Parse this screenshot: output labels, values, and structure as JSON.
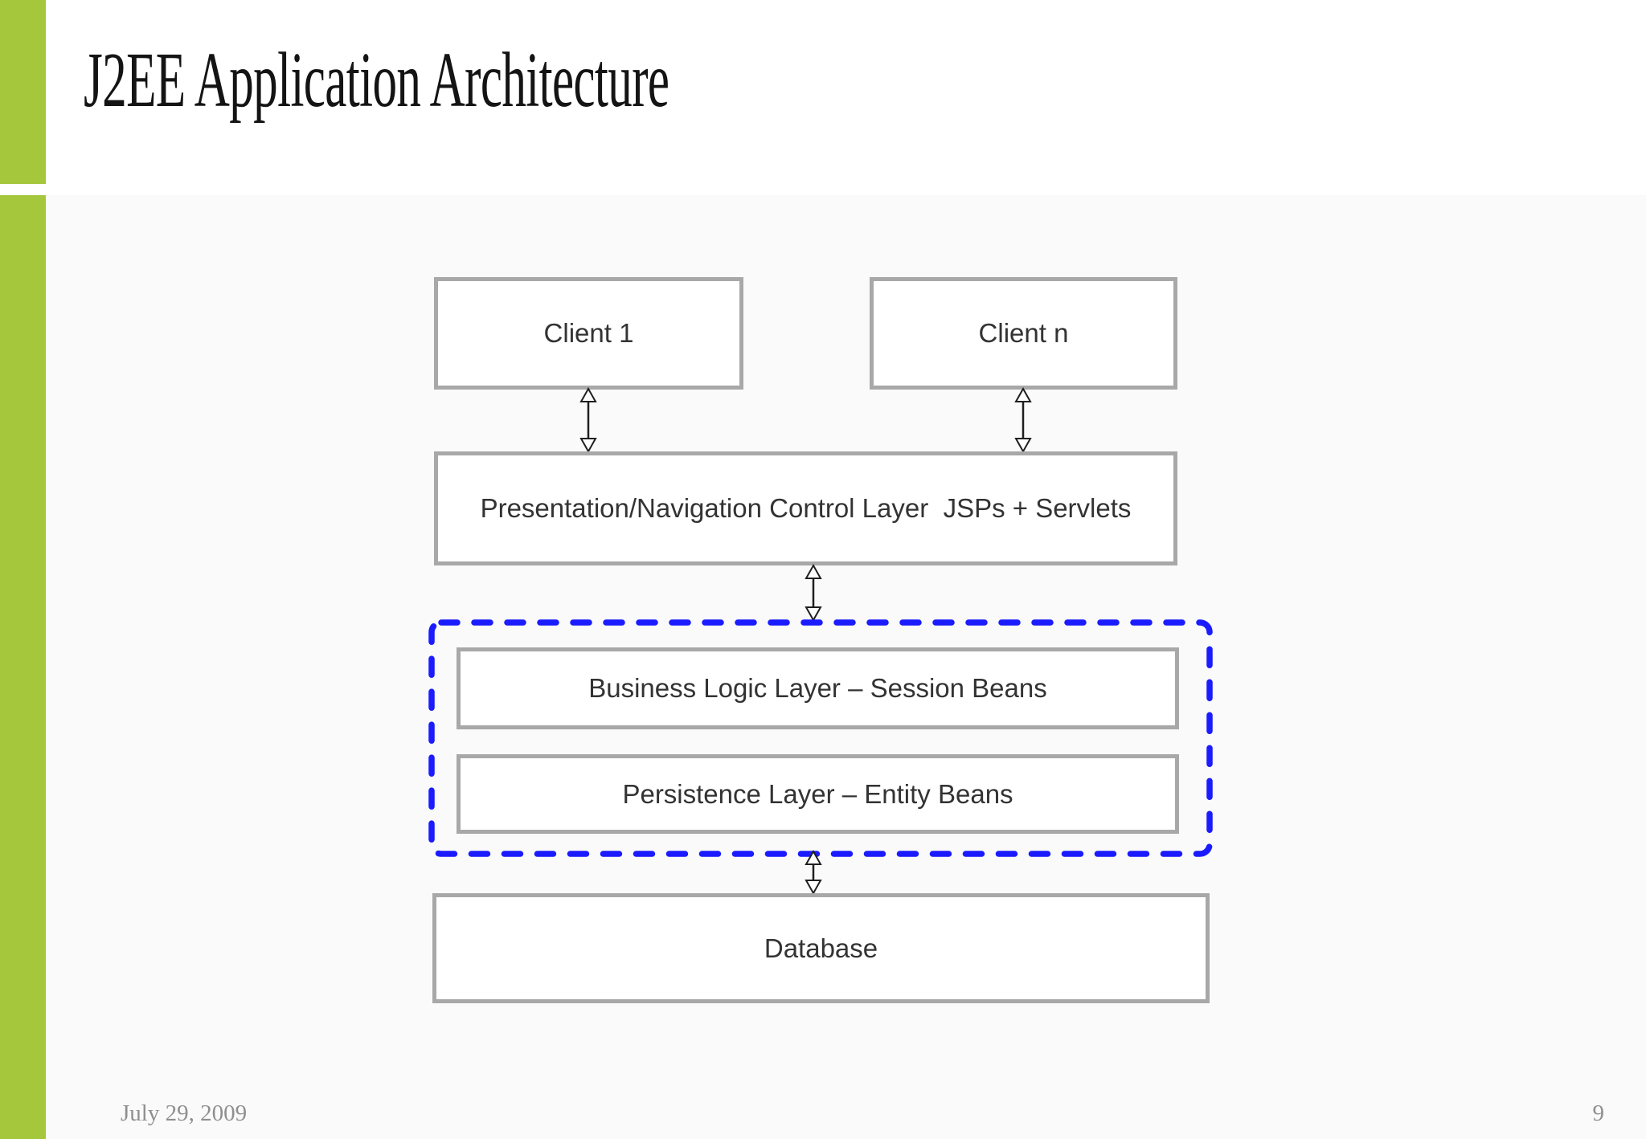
{
  "slide": {
    "title": "J2EE Application Architecture",
    "footer_date": "July 29, 2009",
    "page_number": "9"
  },
  "diagram": {
    "client1_label": "Client 1",
    "clientn_label": "Client n",
    "presentation_label": "Presentation/Navigation Control Layer  JSPs + Servlets",
    "business_label": "Business Logic Layer – Session Beans",
    "persistence_label": "Persistence Layer – Entity Beans",
    "database_label": "Database"
  },
  "colors": {
    "accent_green": "#a5c73c",
    "ejb_container_dashed_blue": "#1b1bff",
    "box_border_gray": "#a8a8a8",
    "label_text": "#333333",
    "footer_text": "#8f8f8f"
  }
}
